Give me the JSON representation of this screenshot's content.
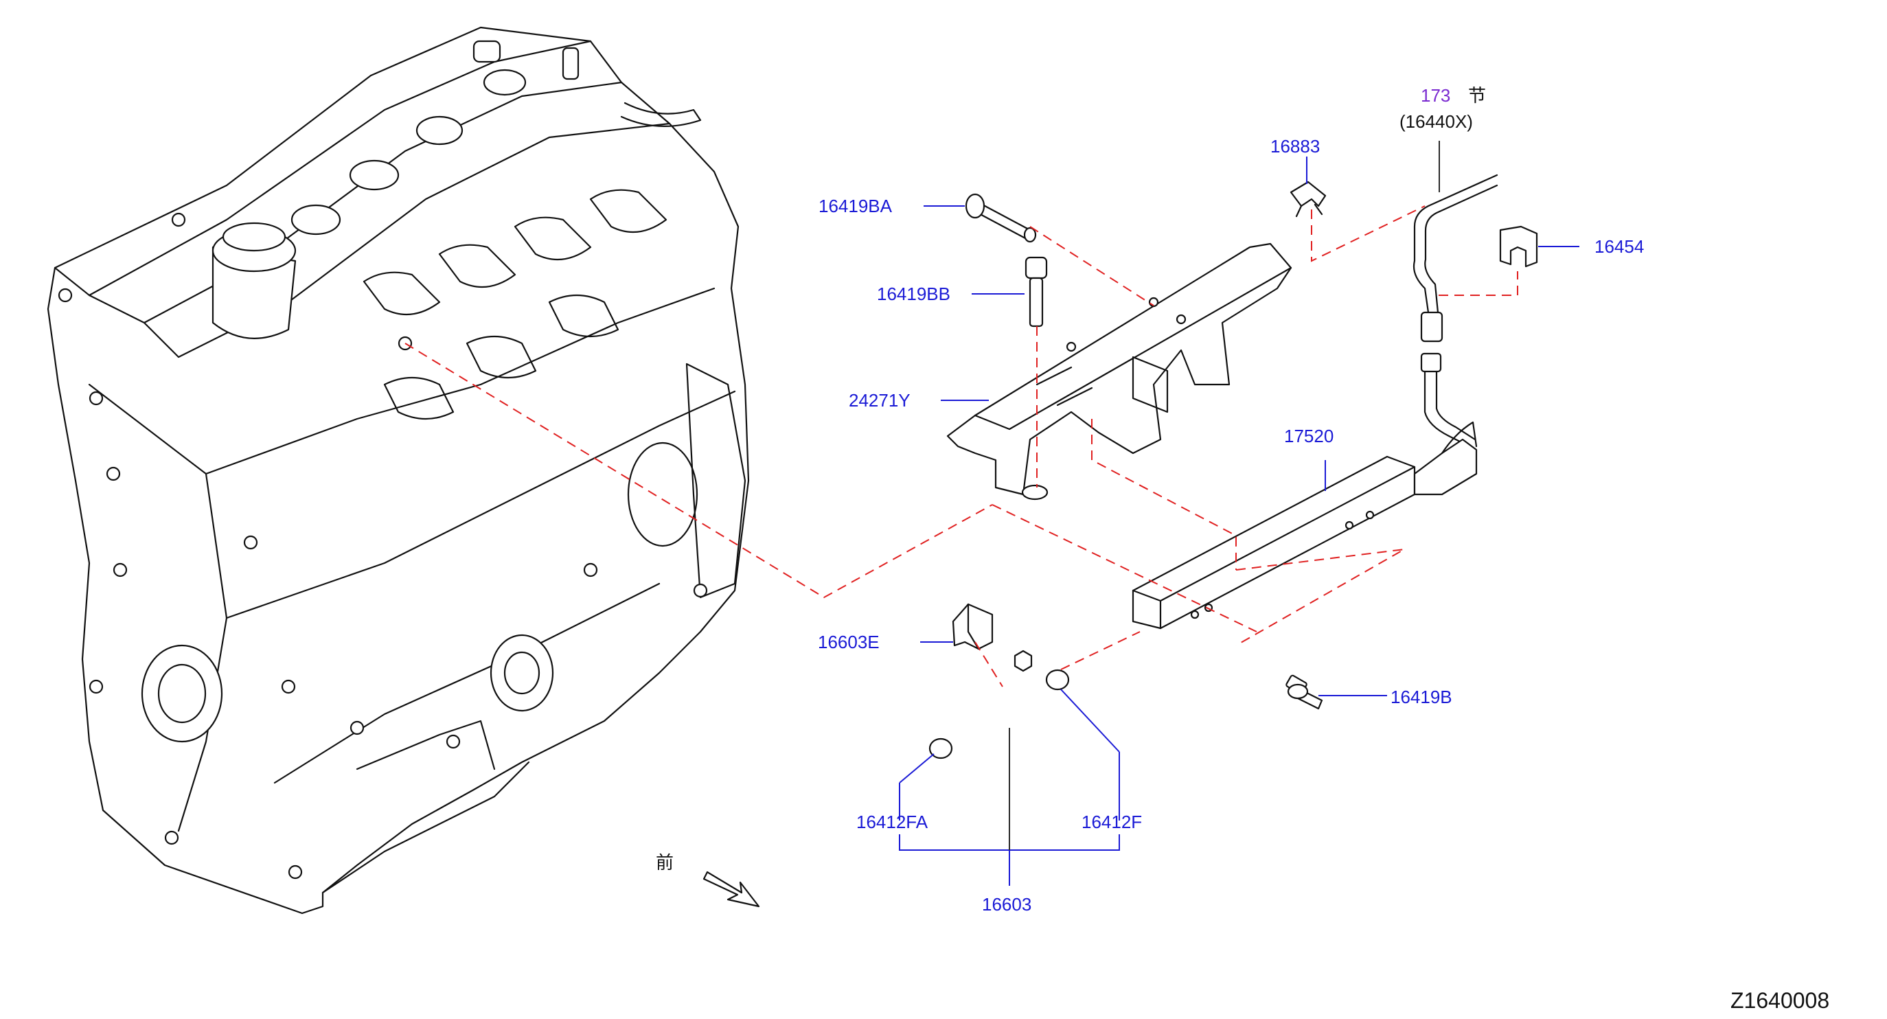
{
  "diagram_id": "Z1640008",
  "front_marker": "前",
  "section_ref": {
    "number": "173",
    "suffix": "节",
    "part": "(16440X)"
  },
  "parts": {
    "p16419BA": "16419BA",
    "p16419BB": "16419BB",
    "p24271Y": "24271Y",
    "p16883": "16883",
    "p16454": "16454",
    "p17520": "17520",
    "p16603E": "16603E",
    "p16419B": "16419B",
    "p16412FA": "16412FA",
    "p16412F": "16412F",
    "p16603": "16603"
  },
  "colors": {
    "part_label": "#1a1ad6",
    "section_ref": "#7a2ad0",
    "dashed_guides": "#e02020",
    "line_art": "#111111"
  }
}
